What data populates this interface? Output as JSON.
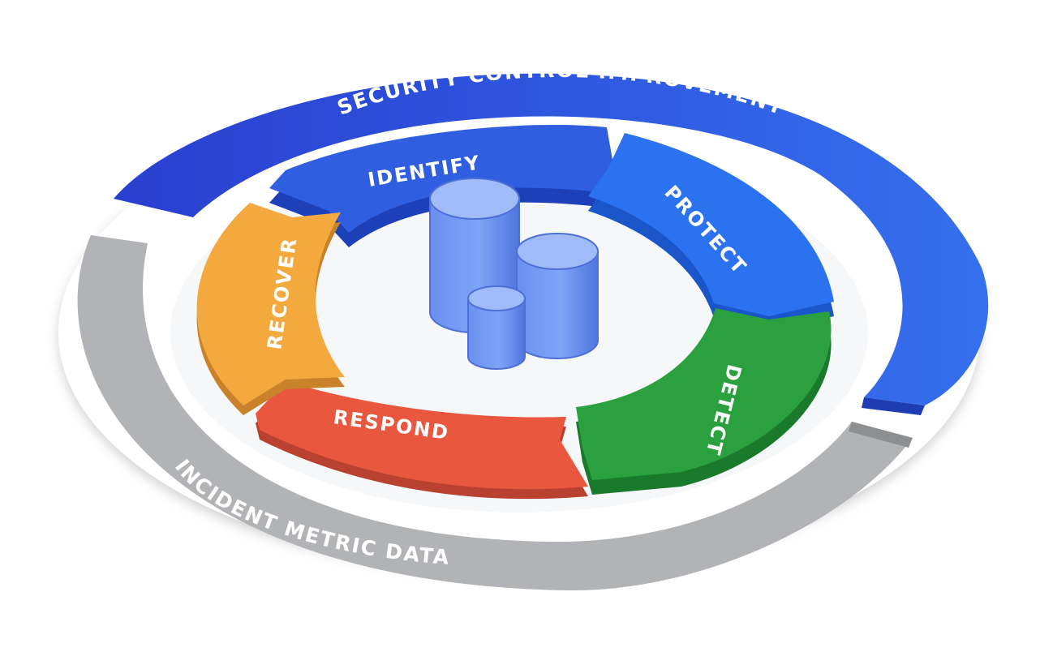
{
  "diagram": {
    "outer_ring": {
      "top_label": "SECURITY CONTROL IMPROVEMENT",
      "bottom_label": "INCIDENT METRIC DATA"
    },
    "segments": [
      {
        "id": "identify",
        "label": "IDENTIFY",
        "color": "#2f5ee0"
      },
      {
        "id": "protect",
        "label": "PROTECT",
        "color": "#2b72f0"
      },
      {
        "id": "detect",
        "label": "DETECT",
        "color": "#2aa03e"
      },
      {
        "id": "respond",
        "label": "RESPOND",
        "color": "#e8573e"
      },
      {
        "id": "recover",
        "label": "RECOVER",
        "color": "#f3a93d"
      }
    ],
    "colors": {
      "top_ring": "#2f55de",
      "bottom_ring": "#b2b3b6",
      "cylinders": "#6f97f2"
    },
    "center_icon": "database-cylinders-icon"
  }
}
